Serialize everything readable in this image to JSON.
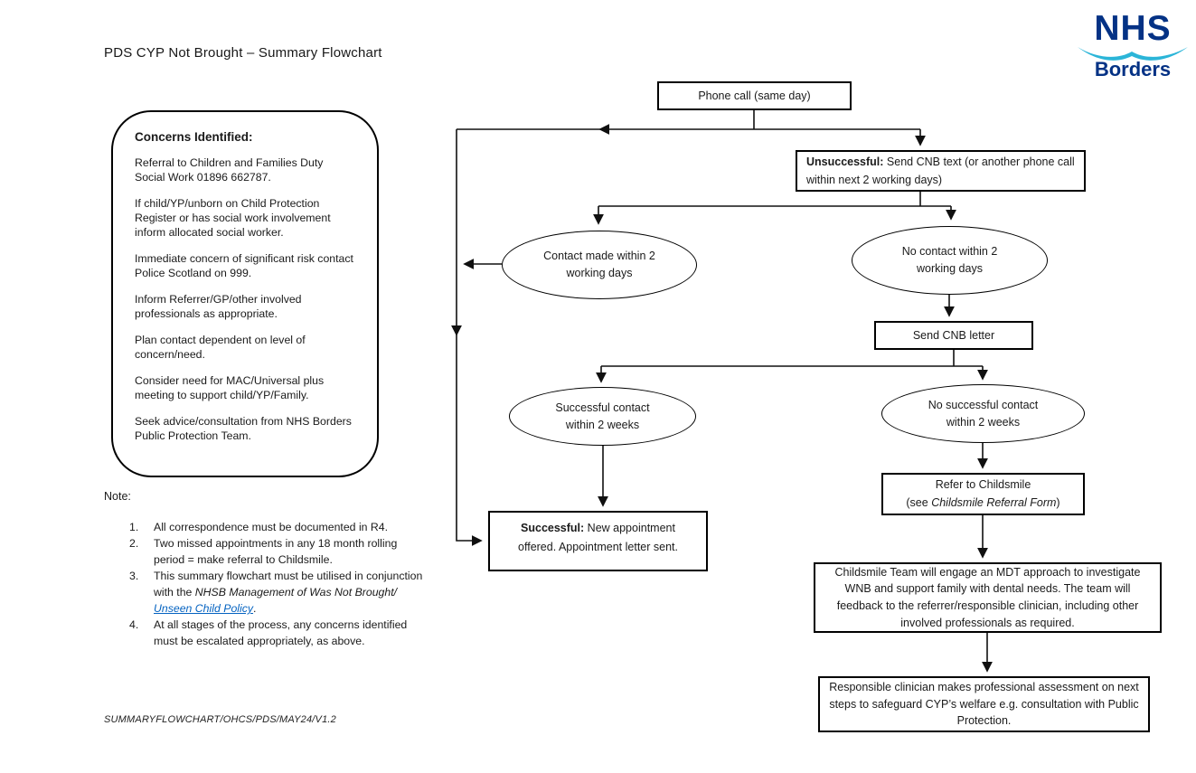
{
  "page": {
    "title": "PDS CYP Not Brought – Summary Flowchart",
    "footer": "SUMMARYFLOWCHART/OHCS/PDS/MAY24/V1.2"
  },
  "logo": {
    "nhs": "NHS",
    "borders": "Borders",
    "navy": "#043285",
    "light_blue": "#2bb5d8"
  },
  "concerns": {
    "heading": "Concerns Identified:",
    "items": [
      "Referral to Children and Families Duty Social Work 01896 662787.",
      "If child/YP/unborn on Child Protection Register or has social work involvement inform allocated social worker.",
      "Immediate concern of significant risk contact Police Scotland on 999.",
      "Inform Referrer/GP/other involved professionals as appropriate.",
      "Plan contact dependent on level of concern/need.",
      "Consider need for MAC/Universal plus meeting to support child/YP/Family.",
      "Seek advice/consultation from NHS Borders Public Protection Team."
    ]
  },
  "note": {
    "heading": "Note:",
    "num1": "1.",
    "num2": "2.",
    "num3": "3.",
    "num4": "4.",
    "item1": "All correspondence must be documented in R4.",
    "item2": "Two missed appointments in any 18 month rolling period = make referral to Childsmile.",
    "item3_part1": "This summary flowchart must be utilised in conjunction with the ",
    "item3_italic": "NHSB Management of Was Not Brought/ ",
    "item3_link": "Unseen Child Policy",
    "item3_suffix": ".",
    "item4": "At all stages of the process, any concerns identified must be escalated appropriately, as above."
  },
  "flowchart": {
    "phone_call": "Phone call (same day)",
    "unsuccessful_bold": "Unsuccessful:",
    "unsuccessful_rest": " Send CNB text (or another phone call within next 2 working days)",
    "contact_made": "Contact made within 2 working days",
    "no_contact": "No contact within 2 working days",
    "send_cnb_letter": "Send CNB letter",
    "successful_contact": "Successful contact within 2 weeks",
    "no_successful_contact": "No successful contact within 2 weeks",
    "refer_line1": "Refer to Childsmile",
    "refer_pre": "(see ",
    "refer_italic": "Childsmile Referral Form",
    "refer_post": ")",
    "successful_bold": "Successful:",
    "successful_rest": " New appointment offered. Appointment letter sent.",
    "childsmile_team": "Childsmile Team will engage an MDT approach to investigate WNB and support family with dental needs. The team will feedback to the referrer/responsible clinician, including other involved professionals as required.",
    "responsible_clinician": "Responsible clinician makes professional assessment on next steps to safeguard CYP’s welfare e.g. consultation with Public Protection."
  }
}
